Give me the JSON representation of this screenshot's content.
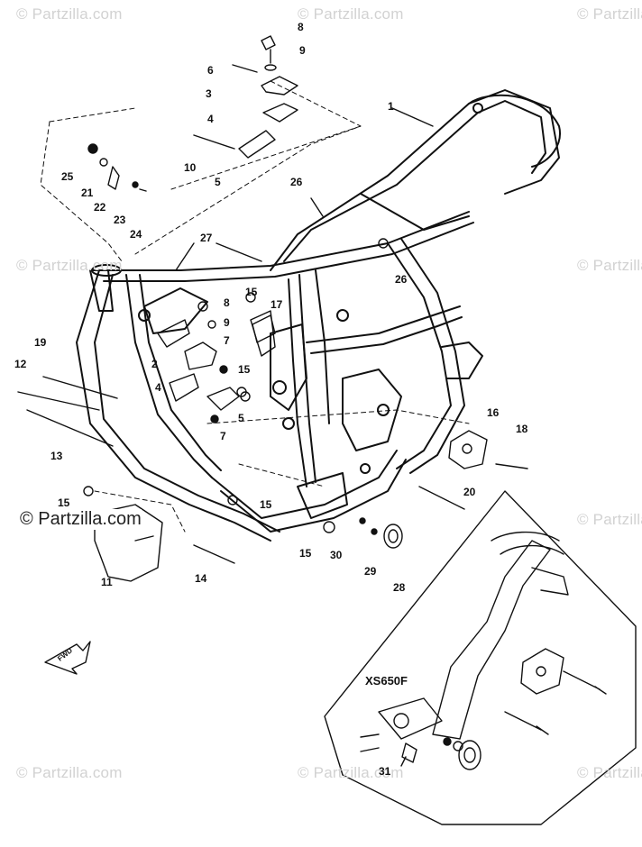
{
  "watermark": {
    "text": "© Partzilla.com",
    "brand_text": "© Partzilla.com"
  },
  "diagram": {
    "variant_label": "XS650F",
    "fwd_label": "FWD"
  },
  "callouts": {
    "c1": "1",
    "c2": "2",
    "c3": "3",
    "c4a": "4",
    "c4b": "4",
    "c5a": "5",
    "c5b": "5",
    "c6": "6",
    "c7a": "7",
    "c7b": "7",
    "c8a": "8",
    "c8b": "8",
    "c9a": "9",
    "c9b": "9",
    "c10": "10",
    "c11": "11",
    "c12": "12",
    "c13": "13",
    "c14": "14",
    "c15a": "15",
    "c15b": "15",
    "c15c": "15",
    "c15d": "15",
    "c15e": "15",
    "c16": "16",
    "c17": "17",
    "c18": "18",
    "c19": "19",
    "c20": "20",
    "c21": "21",
    "c22": "22",
    "c23": "23",
    "c24": "24",
    "c25": "25",
    "c26a": "26",
    "c26b": "26",
    "c27": "27",
    "c28": "28",
    "c29": "29",
    "c30": "30",
    "c31": "31"
  },
  "colors": {
    "ink": "#111111",
    "watermark": "#d2d2d2",
    "background": "#ffffff"
  }
}
